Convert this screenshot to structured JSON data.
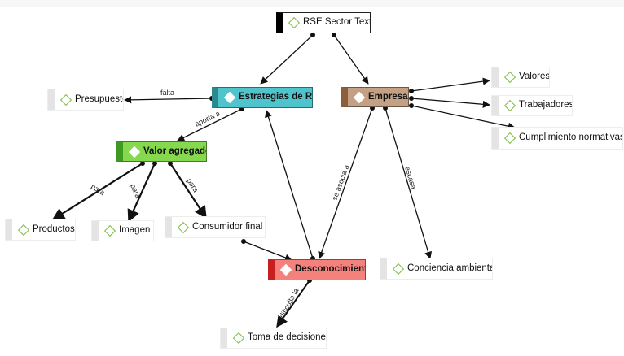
{
  "nodes": {
    "root": "RSE Sector Textil",
    "empresas": "Empresas",
    "estrategias": "Estrategias de RSE",
    "presupuesto": "Presupuesto",
    "valores": "Valores",
    "trabajadores": "Trabajadores",
    "cumplimiento": "Cumplimiento normativas",
    "valor_agregado": "Valor agregado",
    "productos": "Productos",
    "imagen": "Imagen",
    "consumidor": "Consumidor final",
    "desconocimiento": "Desconocimiento",
    "conciencia": "Conciencia ambiental",
    "toma": "Toma de decisiones"
  },
  "edge_labels": {
    "falta": "falta",
    "aporta_a": "aporta a",
    "para_productos": "para",
    "para_imagen": "para",
    "para_consumidor": "para",
    "se_asocia_a": "se asocia a",
    "escasa": "escasa",
    "dificulta_la": "dificulta la"
  },
  "colors": {
    "empresas": "#c4a184",
    "empresas_accent": "#8b5e3c",
    "estrategias": "#50c4cc",
    "estrategias_accent": "#2a8a90",
    "valor_agregado": "#86d94e",
    "valor_agregado_accent": "#3f9a22",
    "desconocimiento": "#f4817c",
    "desconocimiento_accent": "#c71f1f",
    "leaf_diamond": "#7cbd3f"
  }
}
